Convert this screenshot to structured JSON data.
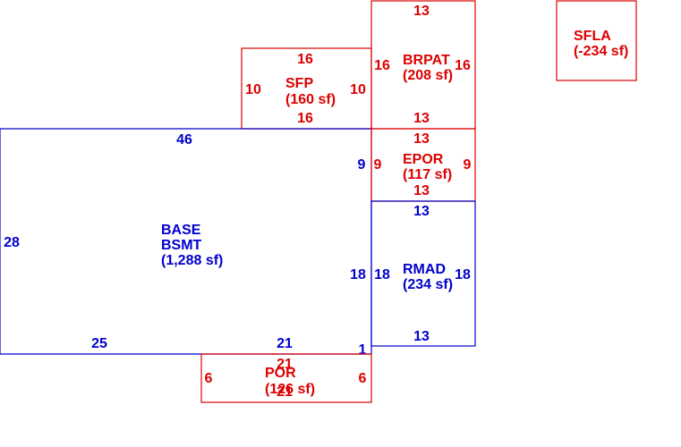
{
  "colors": {
    "blue": "#0000cc",
    "red": "#dd0000"
  },
  "areas": {
    "base": {
      "color": "blue",
      "label_lines": [
        "BASE",
        "BSMT",
        "(1,288 sf)"
      ],
      "dims": {
        "top": "46",
        "left": "28",
        "bottom_left": "25",
        "bottom_right": "21",
        "right": "18",
        "right_upper": "9",
        "notch": "1"
      }
    },
    "sfp": {
      "color": "red",
      "label_lines": [
        "SFP",
        "(160 sf)"
      ],
      "dims": {
        "top": "16",
        "bottom": "16",
        "left": "10",
        "right": "10"
      }
    },
    "brpat": {
      "color": "red",
      "label_lines": [
        "BRPAT",
        "(208 sf)"
      ],
      "dims": {
        "top": "13",
        "bottom": "13",
        "left": "16",
        "right": "16"
      }
    },
    "epor": {
      "color": "red",
      "label_lines": [
        "EPOR",
        "(117 sf)"
      ],
      "dims": {
        "top": "13",
        "bottom": "13",
        "left": "9",
        "right": "9"
      }
    },
    "rmad": {
      "color": "blue",
      "label_lines": [
        "RMAD",
        "(234 sf)"
      ],
      "dims": {
        "top": "13",
        "bottom": "13",
        "left": "18",
        "right": "18"
      }
    },
    "por": {
      "color": "red",
      "label_lines": [
        "POR",
        "(126 sf)"
      ],
      "dims": {
        "top": "21",
        "bottom": "21",
        "left": "6",
        "right": "6"
      }
    },
    "sfla": {
      "color": "red",
      "label_lines": [
        "SFLA",
        "(-234 sf)"
      ]
    }
  }
}
